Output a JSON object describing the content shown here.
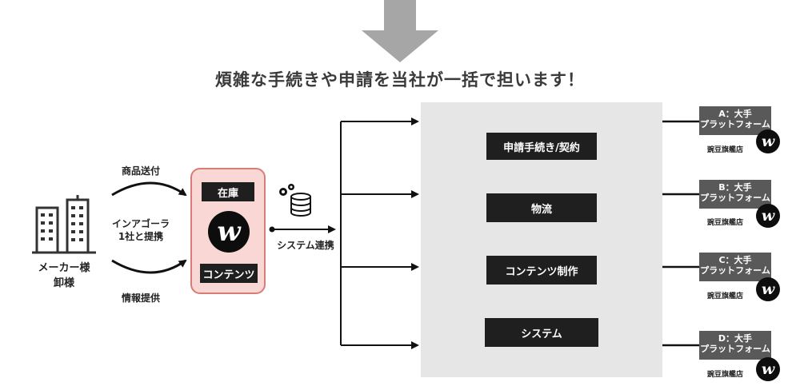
{
  "headline": "煩雑な手続きや申請を当社が一括で担います！",
  "maker": {
    "line1": "メーカー様",
    "line2": "卸様"
  },
  "flows": {
    "top": "商品送付",
    "middle_line1": "インアゴーラ",
    "middle_line2": "1社と提携",
    "bottom": "情報提供"
  },
  "inco_box": {
    "top_button": "在庫",
    "logo_letter": "w",
    "bottom_button": "コンテンツ"
  },
  "system_link": "システム連携",
  "services": [
    {
      "label": "申請手続き/契約"
    },
    {
      "label": "物流"
    },
    {
      "label": "コンテンツ制作"
    },
    {
      "label": "システム"
    }
  ],
  "platforms": [
    {
      "line1": "A：大手",
      "line2": "プラットフォーム",
      "shop": "豌豆旗艦店",
      "logo": "w"
    },
    {
      "line1": "B：大手",
      "line2": "プラットフォーム",
      "shop": "豌豆旗艦店",
      "logo": "w"
    },
    {
      "line1": "C：大手",
      "line2": "プラットフォーム",
      "shop": "豌豆旗艦店",
      "logo": "w"
    },
    {
      "line1": "D：大手",
      "line2": "プラットフォーム",
      "shop": "豌豆旗艦店",
      "logo": "w"
    }
  ],
  "colors": {
    "gray_arrow": "#a6a6a6",
    "inco_fill": "#f8d7d4",
    "inco_border": "#d97c76",
    "panel": "#e6e6e6",
    "dark": "#1f1f1f",
    "platform": "#595959"
  },
  "icons": [
    "down-arrow-icon",
    "building-icon",
    "gears-icon",
    "database-icon"
  ]
}
